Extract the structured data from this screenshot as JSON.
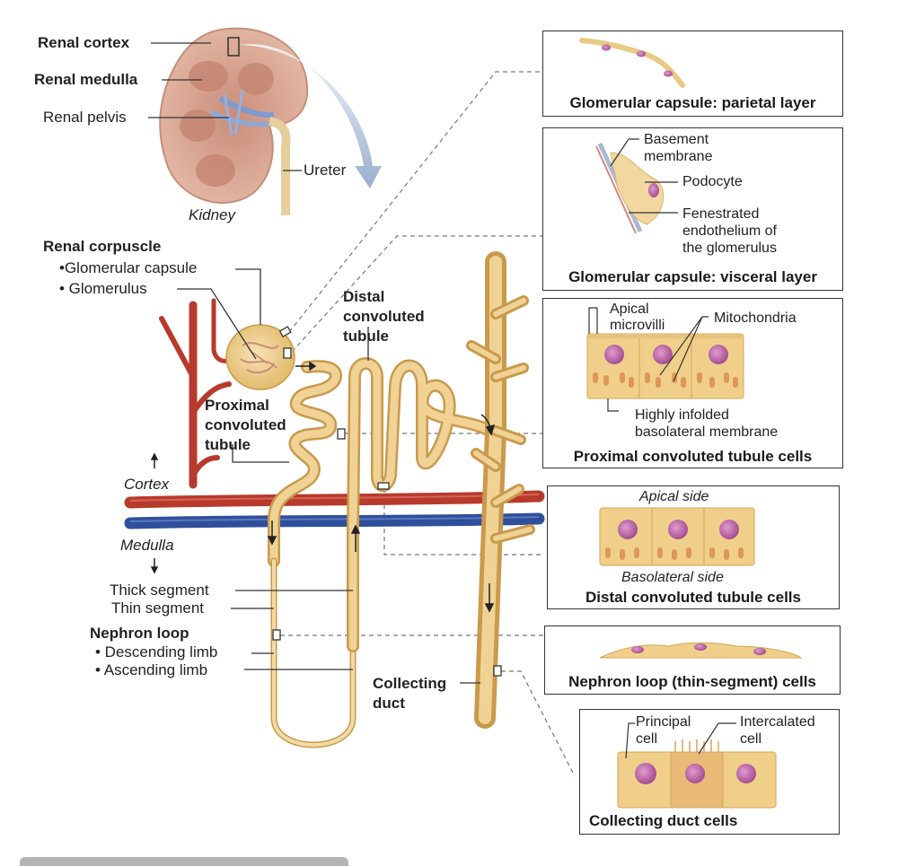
{
  "kidney": {
    "labels": {
      "renal_cortex": "Renal cortex",
      "renal_medulla": "Renal medulla",
      "renal_pelvis": "Renal pelvis",
      "ureter": "Ureter",
      "caption": "Kidney"
    }
  },
  "nephron": {
    "renal_corpuscle": {
      "heading": "Renal corpuscle",
      "items": [
        "•Glomerular capsule",
        "• Glomerulus"
      ]
    },
    "proximal_tubule": [
      "Proximal",
      "convoluted",
      "tubule"
    ],
    "distal_tubule": [
      "Distal",
      "convoluted",
      "tubule"
    ],
    "regions": {
      "cortex": "Cortex",
      "medulla": "Medulla"
    },
    "segments": {
      "thick": "Thick segment",
      "thin": "Thin segment"
    },
    "nephron_loop": {
      "heading": "Nephron loop",
      "items": [
        "• Descending limb",
        "• Ascending limb"
      ]
    },
    "collecting_duct": [
      "Collecting",
      "duct"
    ]
  },
  "panels": [
    {
      "id": "parietal",
      "title": "Glomerular capsule: parietal layer",
      "labels": []
    },
    {
      "id": "visceral",
      "title": "Glomerular capsule: visceral layer",
      "labels": [
        "Basement",
        "membrane",
        "Podocyte",
        "Fenestrated",
        "endothelium of",
        "the glomerulus"
      ]
    },
    {
      "id": "pct",
      "title": "Proximal convoluted tubule cells",
      "labels": [
        "Apical",
        "microvilli",
        "Mitochondria",
        "Highly infolded",
        "basolateral membrane"
      ]
    },
    {
      "id": "dct",
      "title": "Distal convoluted tubule cells",
      "labels": [
        "Apical side",
        "Basolateral side"
      ]
    },
    {
      "id": "loop",
      "title": "Nephron loop (thin-segment) cells",
      "labels": []
    },
    {
      "id": "cd",
      "title": "Collecting duct cells",
      "labels": [
        "Principal",
        "cell",
        "Intercalated",
        "cell"
      ]
    }
  ],
  "colors": {
    "tubule": "#e9c983",
    "tubule_edge": "#c9a052",
    "artery": "#b83a2c",
    "vein": "#2f4f9a",
    "kidney": "#d9a896",
    "nucleus": "#b3609c",
    "mitochondria": "#d98b4a",
    "arrow_blue": "#9fb3cf"
  }
}
